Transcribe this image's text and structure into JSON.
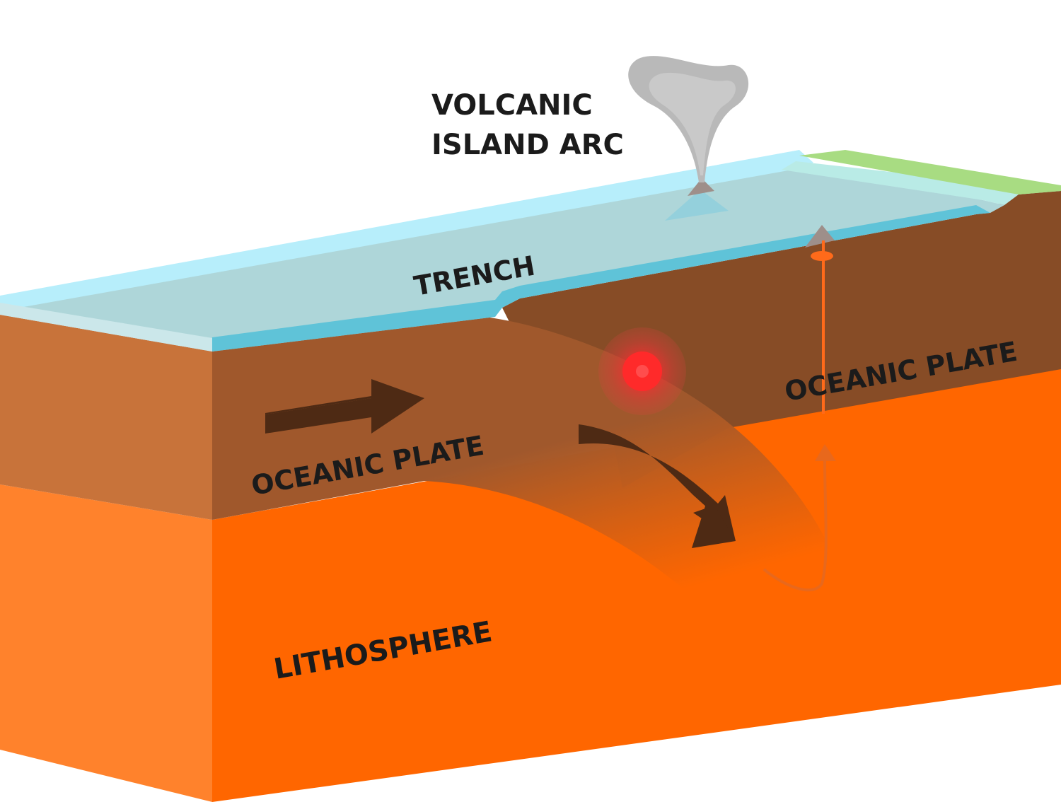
{
  "labels": {
    "volcanic_line1": "VOLCANIC",
    "volcanic_line2": "ISLAND ARC",
    "trench": "TRENCH",
    "oceanic_plate_left": "OCEANIC PLATE",
    "oceanic_plate_right": "OCEANIC PLATE",
    "lithosphere": "LITHOSPHERE"
  },
  "colors": {
    "mantle": "#ff6600",
    "mantle_side": "#ff822c",
    "crust_front": "#a0582c",
    "crust_side": "#c8733a",
    "overriding_plate": "#874c26",
    "water_top": "#aed6d9",
    "water_edge": "#5fc3d8",
    "water_highlight": "#b7eefb",
    "land": "#a8dc82",
    "arrow": "#4e2a14",
    "magma": "#ff6a1a",
    "hotspot": "#ff2a2a",
    "ash_cloud": "#b9b9b9"
  }
}
